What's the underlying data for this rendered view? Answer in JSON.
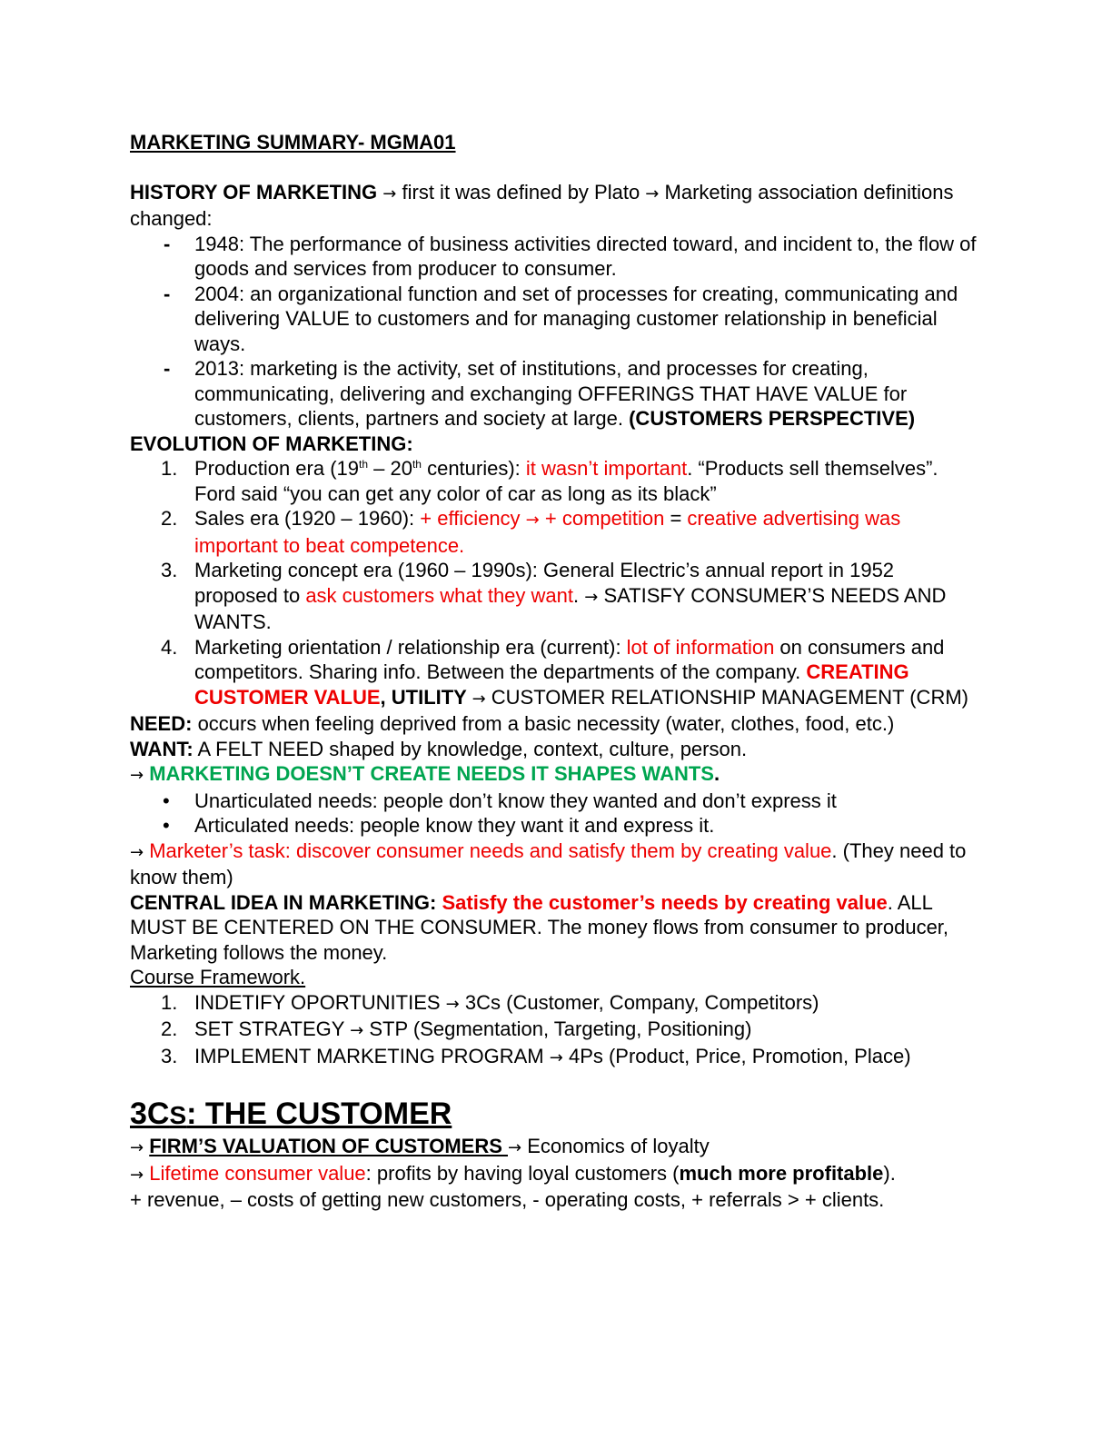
{
  "title": "MARKETING SUMMARY- MGMA01",
  "arrow": "→",
  "history": {
    "label": "HISTORY OF MARKETING",
    "text_a": " first it was defined by Plato ",
    "text_b": " Marketing association definitions changed:",
    "items": [
      {
        "bullet": "-",
        "text": "1948: The performance of business activities directed toward, and incident to, the flow of goods and services from producer to consumer."
      },
      {
        "bullet": "-",
        "text": "2004: an organizational function and set of processes for creating, communicating and delivering VALUE to customers and for managing customer relationship in beneficial ways."
      },
      {
        "bullet": "-",
        "text": "2013: marketing is the activity, set of institutions, and processes for creating, communicating, delivering and exchanging OFFERINGS THAT HAVE VALUE for customers, clients, partners and society at large. ",
        "bold": "(CUSTOMERS PERSPECTIVE)"
      }
    ]
  },
  "evolution": {
    "label": "EVOLUTION OF MARKETING:",
    "i1": {
      "num": "1.",
      "a": "Production era (19",
      "sup1": "th",
      "b": " – 20",
      "sup2": "th",
      "c": " centuries): ",
      "red": "it wasn’t important",
      "d": ". “Products sell themselves”. Ford said “you can get any color of car as long as its black”"
    },
    "i2": {
      "num": "2.",
      "a": "Sales era (1920 – 1960): ",
      "red1": "+ efficiency ",
      "red2": " + competition",
      "b": " = ",
      "red3": "creative advertising was important to beat competence."
    },
    "i3": {
      "num": "3.",
      "a": "Marketing concept era (1960 – 1990s): General Electric’s annual report in 1952 proposed to ",
      "red": "ask customers what they want",
      "b": ". ",
      "c": " SATISFY CONSUMER’S NEEDS AND WANTS."
    },
    "i4": {
      "num": "4.",
      "a": "Marketing orientation / relationship era (current): ",
      "red": "lot of information",
      "b": " on consumers and competitors. Sharing info. Between the departments of the company. ",
      "redbold": "CREATING CUSTOMER VALUE",
      "bold": ", UTILITY ",
      "c": " CUSTOMER RELATIONSHIP MANAGEMENT (CRM)"
    }
  },
  "need": {
    "label": "NEED:",
    "text": " occurs when feeling deprived from a basic necessity (water, clothes, food, etc.)"
  },
  "want": {
    "label": "WANT:",
    "text": " A FELT NEED shaped by knowledge, context, culture, person."
  },
  "shapes": {
    "green": "MARKETING DOESN’T CREATE NEEDS IT SHAPES WANTS",
    "dot": "."
  },
  "needs_types": [
    {
      "bullet": "•",
      "text": "Unarticulated needs: people don’t know they wanted and don’t express it"
    },
    {
      "bullet": "•",
      "text": "Articulated needs: people know they want it and express it."
    }
  ],
  "task": {
    "red": "Marketer’s task: discover consumer needs and satisfy them by creating value",
    "text": ". (They need to know them)"
  },
  "central": {
    "label": "CENTRAL IDEA IN MARKETING: ",
    "red": "Satisfy the customer’s needs by creating value",
    "text": ". ALL MUST BE CENTERED ON THE CONSUMER. The money flows from consumer to producer, Marketing follows the money."
  },
  "framework": {
    "label": "Course Framework.",
    "items": [
      {
        "num": "1.",
        "a": "INDETIFY OPORTUNITIES ",
        "b": " 3Cs (Customer, Company, Competitors)"
      },
      {
        "num": "2.",
        "a": "SET STRATEGY ",
        "b": " STP (Segmentation, Targeting, Positioning)"
      },
      {
        "num": "3.",
        "a": "IMPLEMENT MARKETING PROGRAM ",
        "b": " 4Ps (Product, Price, Promotion, Place)"
      }
    ]
  },
  "customer": {
    "h_a": "3C",
    "h_b": "S",
    "h_c": ": THE CUSTOMER",
    "l1_label": "FIRM’S VALUATION OF CUSTOMERS ",
    "l1_text": " Economics of loyalty",
    "l2_red": "Lifetime consumer value",
    "l2_a": ": profits by having loyal customers (",
    "l2_bold": "much more profitable",
    "l2_b": ").",
    "l3": "+ revenue, – costs of getting new customers, - operating costs, + referrals > + clients."
  }
}
